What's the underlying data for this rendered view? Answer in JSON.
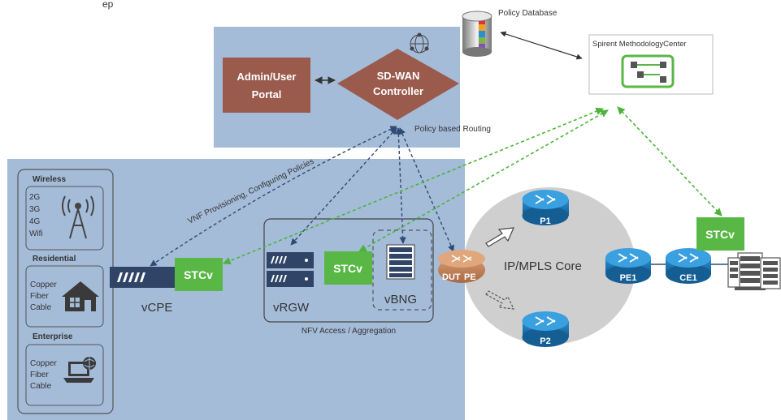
{
  "colors": {
    "panel_blue": "#a5bcd9",
    "panel_border": "#7f98ba",
    "brown": "#9a5a4c",
    "stc_green": "#59b746",
    "router_blue": "#1e77b4",
    "cloud_gray": "#cfcfcf",
    "arrow_green": "#4db33b",
    "arrow_navy": "#2f4b73"
  },
  "top_partial_text": "ep",
  "policy_database": {
    "label": "Policy Database"
  },
  "methodology_center": {
    "title": "Spirent MethodologyCenter"
  },
  "controller": {
    "admin_portal": [
      "Admin/User",
      "Portal"
    ],
    "sdwan": [
      "SD-WAN",
      "Controller"
    ],
    "policy_routing": "Policy based Routing"
  },
  "vnf_label": "VNF Provisioning, Configuring Policies",
  "access": {
    "wireless": {
      "title": "Wireless",
      "items": [
        "2G",
        "3G",
        "4G",
        "Wifi"
      ]
    },
    "residential": {
      "title": "Residential",
      "items": [
        "Copper",
        "Fiber",
        "Cable"
      ]
    },
    "enterprise": {
      "title": "Enterprise",
      "items": [
        "Copper",
        "Fiber",
        "Cable"
      ]
    }
  },
  "vcpe": {
    "label": "vCPE",
    "stc": "STCv"
  },
  "nfv": {
    "vrgw": "vRGW",
    "vbng": "vBNG",
    "stc": "STCv",
    "caption": "NFV Access / Aggregation"
  },
  "core": {
    "label": "IP/MPLS Core",
    "dut": "DUT",
    "pe": "PE",
    "p1": "P1",
    "p2": "P2",
    "pe1": "PE1",
    "ce1": "CE1",
    "stc": "STCv"
  }
}
